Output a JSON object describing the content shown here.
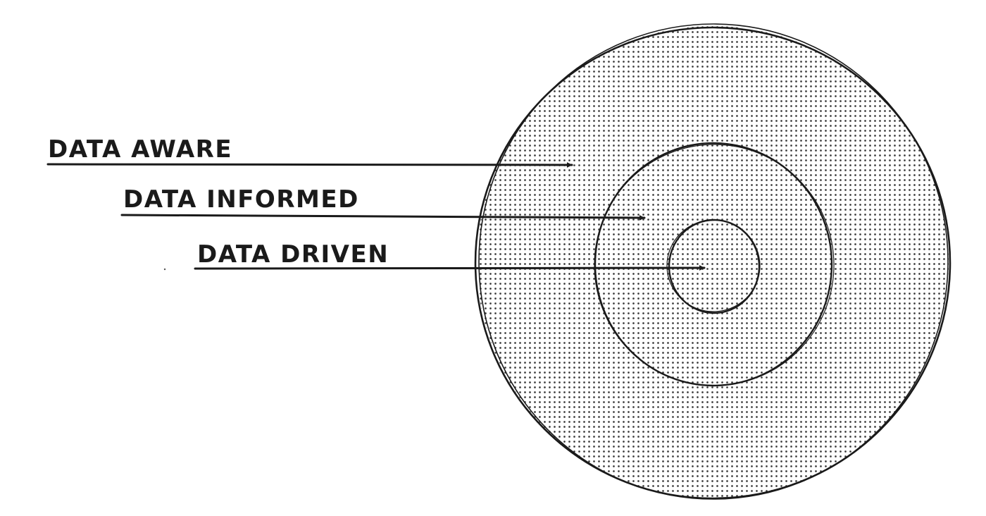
{
  "diagram": {
    "labels": {
      "aware": "DATA AWARE",
      "informed": "DATA INFORMED",
      "driven": "DATA DRIVEN"
    },
    "colors": {
      "ink": "#1a1a1a",
      "dot": "#3a3a3a",
      "background": "#ffffff"
    }
  }
}
